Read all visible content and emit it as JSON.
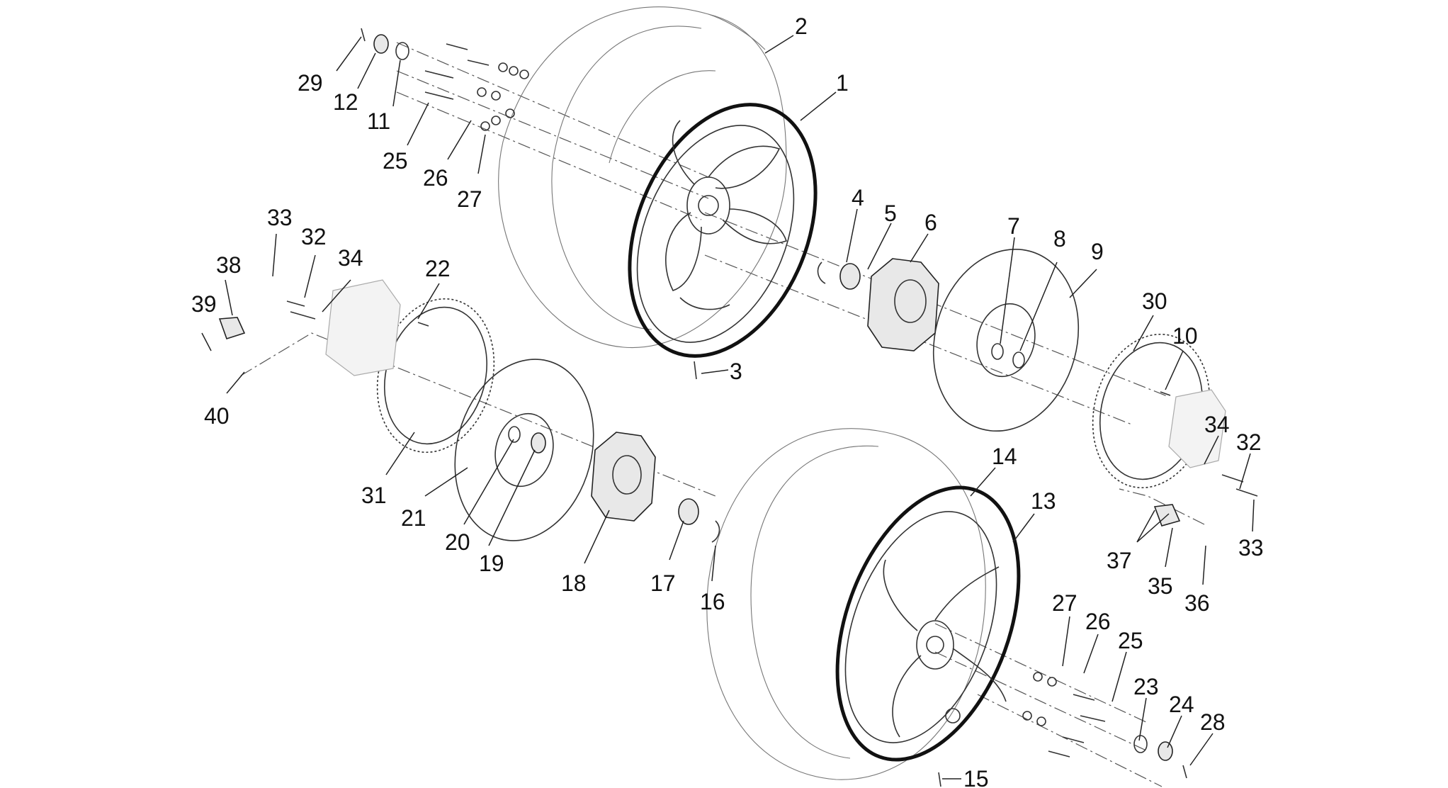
{
  "diagram": {
    "type": "exploded-parts-diagram",
    "callouts": [
      {
        "id": "c2",
        "label": "2"
      },
      {
        "id": "c1",
        "label": "1"
      },
      {
        "id": "c29",
        "label": "29"
      },
      {
        "id": "c12",
        "label": "12"
      },
      {
        "id": "c11",
        "label": "11"
      },
      {
        "id": "c25a",
        "label": "25"
      },
      {
        "id": "c26a",
        "label": "26"
      },
      {
        "id": "c27a",
        "label": "27"
      },
      {
        "id": "c33a",
        "label": "33"
      },
      {
        "id": "c32a",
        "label": "32"
      },
      {
        "id": "c34a",
        "label": "34"
      },
      {
        "id": "c38",
        "label": "38"
      },
      {
        "id": "c39",
        "label": "39"
      },
      {
        "id": "c40",
        "label": "40"
      },
      {
        "id": "c22",
        "label": "22"
      },
      {
        "id": "c4",
        "label": "4"
      },
      {
        "id": "c5",
        "label": "5"
      },
      {
        "id": "c6",
        "label": "6"
      },
      {
        "id": "c7",
        "label": "7"
      },
      {
        "id": "c8",
        "label": "8"
      },
      {
        "id": "c9",
        "label": "9"
      },
      {
        "id": "c30",
        "label": "30"
      },
      {
        "id": "c10",
        "label": "10"
      },
      {
        "id": "c3",
        "label": "3"
      },
      {
        "id": "c31",
        "label": "31"
      },
      {
        "id": "c21",
        "label": "21"
      },
      {
        "id": "c20",
        "label": "20"
      },
      {
        "id": "c19",
        "label": "19"
      },
      {
        "id": "c18",
        "label": "18"
      },
      {
        "id": "c17",
        "label": "17"
      },
      {
        "id": "c16",
        "label": "16"
      },
      {
        "id": "c14",
        "label": "14"
      },
      {
        "id": "c13",
        "label": "13"
      },
      {
        "id": "c34b",
        "label": "34"
      },
      {
        "id": "c32b",
        "label": "32"
      },
      {
        "id": "c37",
        "label": "37"
      },
      {
        "id": "c35",
        "label": "35"
      },
      {
        "id": "c36",
        "label": "36"
      },
      {
        "id": "c33b",
        "label": "33"
      },
      {
        "id": "c27b",
        "label": "27"
      },
      {
        "id": "c26b",
        "label": "26"
      },
      {
        "id": "c25b",
        "label": "25"
      },
      {
        "id": "c23",
        "label": "23"
      },
      {
        "id": "c24",
        "label": "24"
      },
      {
        "id": "c28",
        "label": "28"
      },
      {
        "id": "c15",
        "label": "15"
      }
    ]
  }
}
